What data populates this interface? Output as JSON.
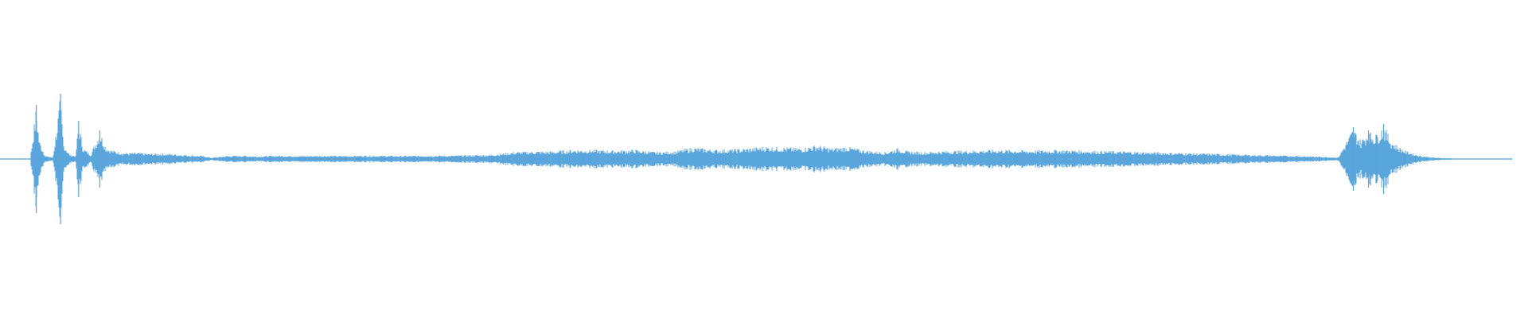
{
  "waveform": {
    "color": "#5aa5dc",
    "background": "#ffffff",
    "samples": [
      {
        "t": 0.0,
        "a": 0.002
      },
      {
        "t": 0.01,
        "a": 0.003
      },
      {
        "t": 0.02,
        "a": 0.004
      },
      {
        "t": 0.024,
        "a": 0.34
      },
      {
        "t": 0.026,
        "a": 0.12
      },
      {
        "t": 0.03,
        "a": 0.02
      },
      {
        "t": 0.035,
        "a": 0.01
      },
      {
        "t": 0.04,
        "a": 0.41
      },
      {
        "t": 0.042,
        "a": 0.1
      },
      {
        "t": 0.046,
        "a": 0.03
      },
      {
        "t": 0.05,
        "a": 0.02
      },
      {
        "t": 0.052,
        "a": 0.24
      },
      {
        "t": 0.055,
        "a": 0.07
      },
      {
        "t": 0.06,
        "a": 0.03
      },
      {
        "t": 0.066,
        "a": 0.18
      },
      {
        "t": 0.07,
        "a": 0.08
      },
      {
        "t": 0.073,
        "a": 0.06
      },
      {
        "t": 0.077,
        "a": 0.05
      },
      {
        "t": 0.082,
        "a": 0.04
      },
      {
        "t": 0.087,
        "a": 0.04
      },
      {
        "t": 0.092,
        "a": 0.04
      },
      {
        "t": 0.098,
        "a": 0.035
      },
      {
        "t": 0.104,
        "a": 0.035
      },
      {
        "t": 0.11,
        "a": 0.035
      },
      {
        "t": 0.118,
        "a": 0.03
      },
      {
        "t": 0.126,
        "a": 0.025
      },
      {
        "t": 0.134,
        "a": 0.02
      },
      {
        "t": 0.14,
        "a": 0.008
      },
      {
        "t": 0.15,
        "a": 0.02
      },
      {
        "t": 0.16,
        "a": 0.022
      },
      {
        "t": 0.17,
        "a": 0.018
      },
      {
        "t": 0.185,
        "a": 0.022
      },
      {
        "t": 0.2,
        "a": 0.02
      },
      {
        "t": 0.215,
        "a": 0.022
      },
      {
        "t": 0.225,
        "a": 0.02
      },
      {
        "t": 0.235,
        "a": 0.022
      },
      {
        "t": 0.25,
        "a": 0.022
      },
      {
        "t": 0.265,
        "a": 0.02
      },
      {
        "t": 0.28,
        "a": 0.022
      },
      {
        "t": 0.295,
        "a": 0.022
      },
      {
        "t": 0.31,
        "a": 0.025
      },
      {
        "t": 0.325,
        "a": 0.028
      },
      {
        "t": 0.34,
        "a": 0.045
      },
      {
        "t": 0.352,
        "a": 0.05
      },
      {
        "t": 0.365,
        "a": 0.05
      },
      {
        "t": 0.378,
        "a": 0.06
      },
      {
        "t": 0.39,
        "a": 0.06
      },
      {
        "t": 0.405,
        "a": 0.055
      },
      {
        "t": 0.42,
        "a": 0.06
      },
      {
        "t": 0.434,
        "a": 0.045
      },
      {
        "t": 0.446,
        "a": 0.05
      },
      {
        "t": 0.458,
        "a": 0.075
      },
      {
        "t": 0.474,
        "a": 0.06
      },
      {
        "t": 0.49,
        "a": 0.065
      },
      {
        "t": 0.505,
        "a": 0.08
      },
      {
        "t": 0.52,
        "a": 0.075
      },
      {
        "t": 0.53,
        "a": 0.07
      },
      {
        "t": 0.54,
        "a": 0.09
      },
      {
        "t": 0.55,
        "a": 0.07
      },
      {
        "t": 0.56,
        "a": 0.08
      },
      {
        "t": 0.57,
        "a": 0.06
      },
      {
        "t": 0.578,
        "a": 0.05
      },
      {
        "t": 0.586,
        "a": 0.045
      },
      {
        "t": 0.594,
        "a": 0.07
      },
      {
        "t": 0.6,
        "a": 0.05
      },
      {
        "t": 0.61,
        "a": 0.045
      },
      {
        "t": 0.62,
        "a": 0.05
      },
      {
        "t": 0.64,
        "a": 0.055
      },
      {
        "t": 0.66,
        "a": 0.06
      },
      {
        "t": 0.68,
        "a": 0.055
      },
      {
        "t": 0.7,
        "a": 0.06
      },
      {
        "t": 0.72,
        "a": 0.055
      },
      {
        "t": 0.74,
        "a": 0.05
      },
      {
        "t": 0.76,
        "a": 0.045
      },
      {
        "t": 0.78,
        "a": 0.04
      },
      {
        "t": 0.8,
        "a": 0.035
      },
      {
        "t": 0.82,
        "a": 0.03
      },
      {
        "t": 0.84,
        "a": 0.025
      },
      {
        "t": 0.86,
        "a": 0.02
      },
      {
        "t": 0.875,
        "a": 0.015
      },
      {
        "t": 0.885,
        "a": 0.01
      },
      {
        "t": 0.895,
        "a": 0.2
      },
      {
        "t": 0.9,
        "a": 0.12
      },
      {
        "t": 0.905,
        "a": 0.18
      },
      {
        "t": 0.91,
        "a": 0.15
      },
      {
        "t": 0.915,
        "a": 0.22
      },
      {
        "t": 0.92,
        "a": 0.12
      },
      {
        "t": 0.925,
        "a": 0.08
      },
      {
        "t": 0.93,
        "a": 0.05
      },
      {
        "t": 0.94,
        "a": 0.02
      },
      {
        "t": 0.95,
        "a": 0.008
      },
      {
        "t": 0.965,
        "a": 0.003
      },
      {
        "t": 0.98,
        "a": 0.003
      },
      {
        "t": 1.0,
        "a": 0.002
      }
    ]
  }
}
